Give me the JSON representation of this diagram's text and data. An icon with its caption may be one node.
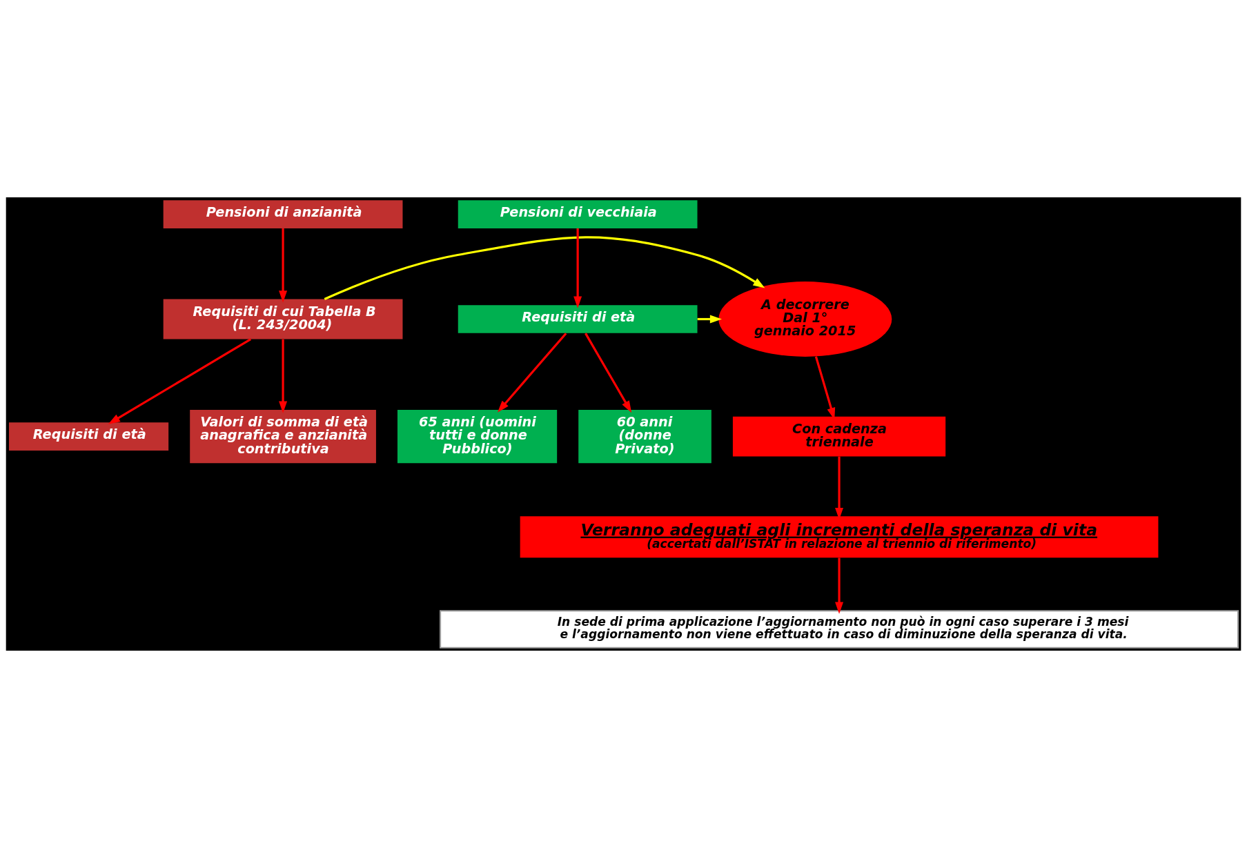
{
  "diagram": {
    "nodes": [
      {
        "text": [
          "Pensioni di anzianità"
        ]
      },
      {
        "text": [
          "Requisiti di cui Tabella B (L. 243/2004)"
        ]
      },
      {
        "text": [
          "Requisiti di età"
        ]
      },
      {
        "text": [
          "Valori di somma di età anagrafica e anzianità contributiva"
        ]
      },
      {
        "text": [
          "A decorrere Dal 1° gennaio 2015"
        ]
      },
      {
        "text": [
          "Pensioni di vecchiaia"
        ]
      },
      {
        "text": [
          "Requisiti di età"
        ]
      },
      {
        "text": [
          "65 anni (uomini tutti e donne Pubblico)"
        ]
      },
      {
        "text": [
          "60 anni (donne Privato)"
        ]
      },
      {
        "text": [
          "Con cadenza triennale"
        ]
      },
      {
        "text": [
          "Verranno adeguati agli incrementi della speranza di vita",
          "(accertati dall’ISTAT in relazione al triennio di riferimento)"
        ]
      },
      {
        "text": [
          "In sede di prima applicazione l’aggiornamento non può in ogni caso superare i 3 mesi e l’aggiornamento non viene effettuato in caso di diminuzione della speranza di vita."
        ]
      }
    ],
    "edges": [
      {
        "from": 0,
        "to": 1,
        "arrow": "to"
      },
      {
        "from": 1,
        "to": 2,
        "arrow": "to"
      },
      {
        "from": 1,
        "to": 3,
        "arrow": "to"
      },
      {
        "from": 1,
        "to": 4,
        "arrow": "to",
        "color": "#ffff00"
      },
      {
        "from": 6,
        "to": 4,
        "arrow": "to",
        "color": "#ffff00"
      },
      {
        "from": 5,
        "to": 6,
        "arrow": "to"
      },
      {
        "from": 6,
        "to": 7,
        "arrow": "to"
      },
      {
        "from": 6,
        "to": 8,
        "arrow": "to"
      },
      {
        "from": 4,
        "to": 9,
        "arrow": "to"
      },
      {
        "from": 9,
        "to": 10,
        "arrow": "to"
      },
      {
        "from": 10,
        "to": 11,
        "arrow": "to"
      }
    ]
  }
}
